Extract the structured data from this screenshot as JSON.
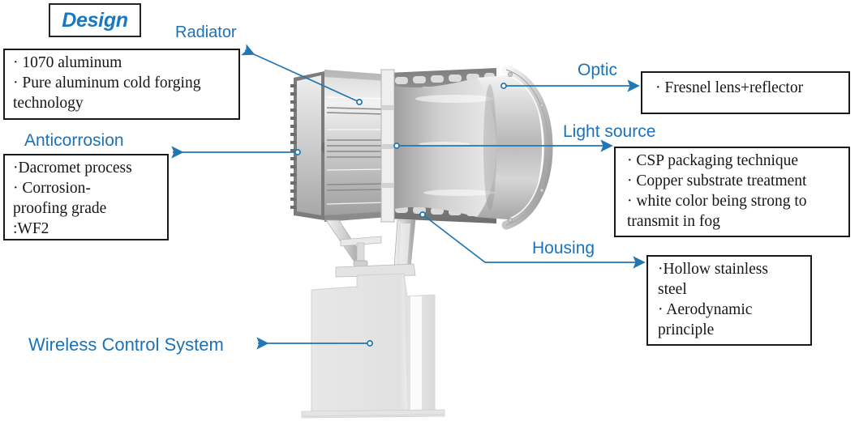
{
  "title": {
    "text": "Design"
  },
  "colors": {
    "label_blue": "#1B72B8",
    "title_blue": "#1878C0",
    "arrow_blue": "#2077B4",
    "box_border": "#1a1a1a",
    "text_black": "#161616",
    "product_light": "#e9e9e9",
    "product_mid": "#bfbfbf",
    "product_dark": "#8d8d8d"
  },
  "callouts": [
    {
      "id": "radiator",
      "label": "Radiator",
      "lines": [
        "· 1070 aluminum",
        "· Pure aluminum cold forging",
        "technology"
      ]
    },
    {
      "id": "anticorrosion",
      "label": "Anticorrosion",
      "lines": [
        "·Dacromet process",
        "· Corrosion-",
        "proofing grade",
        ":WF2"
      ]
    },
    {
      "id": "optic",
      "label": "Optic",
      "lines": [
        "· Fresnel lens+reflector"
      ]
    },
    {
      "id": "light-source",
      "label": "Light source",
      "lines": [
        "· CSP packaging technique",
        "· Copper substrate treatment",
        "· white color being strong to",
        "transmit in fog"
      ]
    },
    {
      "id": "housing",
      "label": "Housing",
      "lines": [
        "·Hollow stainless",
        "steel",
        "· Aerodynamic",
        "principle"
      ]
    },
    {
      "id": "wireless",
      "label": "Wireless Control System",
      "lines": []
    }
  ],
  "product": {
    "name": "led-floodlight-diagram"
  }
}
